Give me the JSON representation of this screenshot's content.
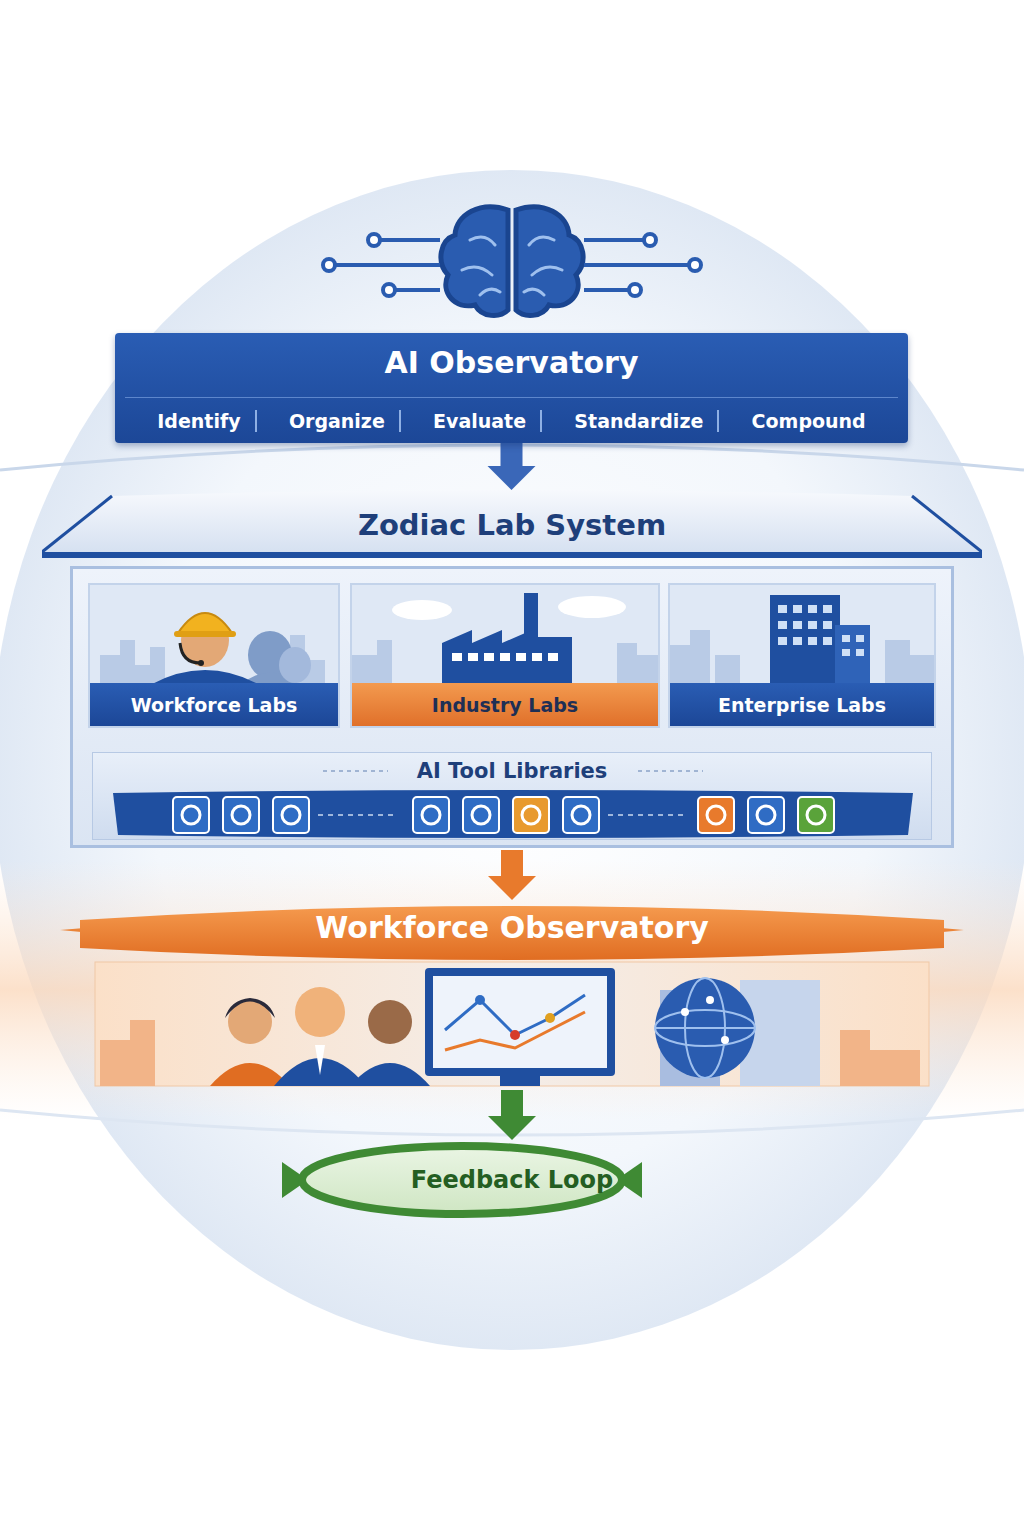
{
  "diagram": {
    "nodes": [
      {
        "text": [
          "AI Observatory",
          "Identify",
          "Organize",
          "Evaluate",
          "Standardize",
          "Compound"
        ]
      },
      {
        "text": [
          "Zodiac Lab System"
        ]
      },
      {
        "text": [
          "Workforce Labs"
        ],
        "in": 1
      },
      {
        "text": [
          "Industry Labs"
        ],
        "in": 1
      },
      {
        "text": [
          "Enterprise Labs"
        ],
        "in": 1
      },
      {
        "text": [
          "AI Tool Libraries"
        ],
        "in": 1
      },
      {
        "text": [
          "Workforce Observatory"
        ]
      },
      {
        "text": [
          "Feedback Loop"
        ]
      }
    ],
    "edges": [
      {
        "from": 0,
        "to": 1,
        "arrow": "to"
      },
      {
        "from": 2,
        "to": 5,
        "arrow": "to"
      },
      {
        "from": 3,
        "to": 5,
        "arrow": "to"
      },
      {
        "from": 4,
        "to": 5,
        "arrow": "to"
      },
      {
        "from": 1,
        "to": 6,
        "arrow": "to"
      },
      {
        "from": 6,
        "to": 7,
        "arrow": "to"
      }
    ]
  }
}
